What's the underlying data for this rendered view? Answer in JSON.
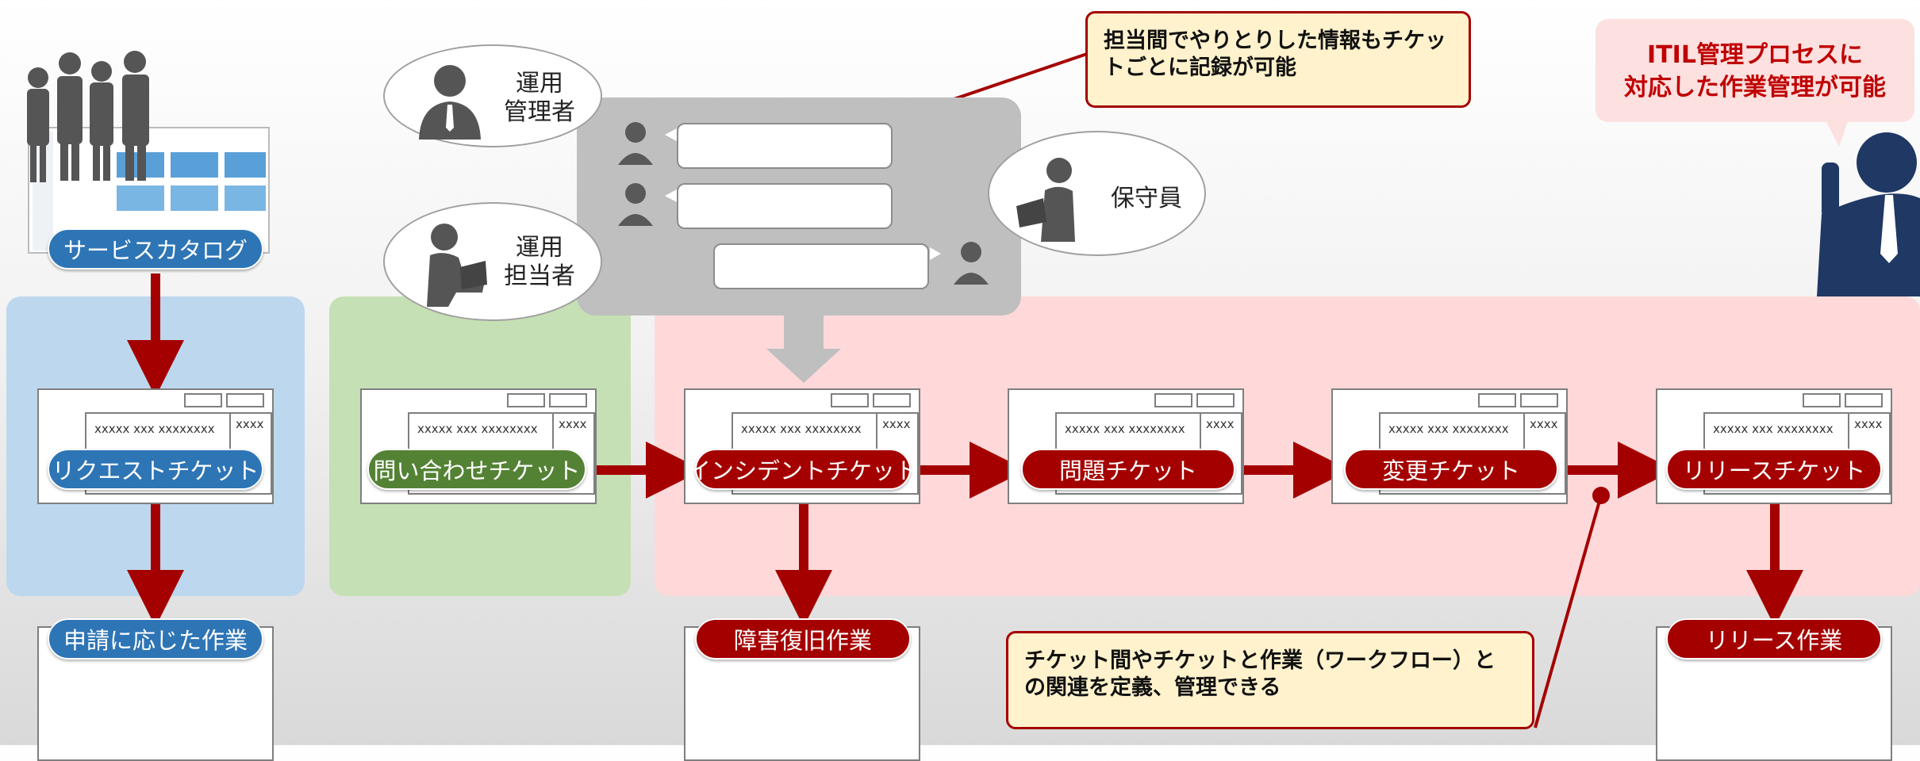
{
  "colors": {
    "ticket_red": "#a50000",
    "ticket_blue": "#2e75b6",
    "ticket_green": "#548235",
    "zone_blue": "#bdd7ee",
    "zone_green": "#c5e0b4",
    "zone_red": "#ffd9d9",
    "callout_fill": "#fff2cc",
    "pink_text": "#c00000"
  },
  "catalog": {
    "label": "サービスカタログ"
  },
  "tickets": [
    {
      "label": "リクエストチケット",
      "field_text": "xxxxx xxx xxxxxxxx",
      "side_text": "xxxx"
    },
    {
      "label": "問い合わせチケット",
      "field_text": "xxxxx xxx xxxxxxxx",
      "side_text": "xxxx"
    },
    {
      "label": "インシデントチケット",
      "field_text": "xxxxx xxx xxxxxxxx",
      "side_text": "xxxx"
    },
    {
      "label": "問題チケット",
      "field_text": "xxxxx xxx xxxxxxxx",
      "side_text": "xxxx"
    },
    {
      "label": "変更チケット",
      "field_text": "xxxxx xxx xxxxxxxx",
      "side_text": "xxxx"
    },
    {
      "label": "リリースチケット",
      "field_text": "xxxxx xxx xxxxxxxx",
      "side_text": "xxxx"
    }
  ],
  "tasks": [
    {
      "label": "申請に応じた作業"
    },
    {
      "label": "障害復旧作業"
    },
    {
      "label": "リリース作業"
    }
  ],
  "roles": {
    "ops_manager": "運用\n管理者",
    "ops_staff": "運用\n担当者",
    "maintainer": "保守員"
  },
  "callouts": {
    "chat_note": "担当間でやりとりした情報もチケットごとに記録が可能",
    "relation_note": "チケット間やチケットと作業（ワークフロー）との関連を定義、管理できる",
    "itil_note": "ITIL管理プロセスに\n対応した作業管理が可能"
  }
}
